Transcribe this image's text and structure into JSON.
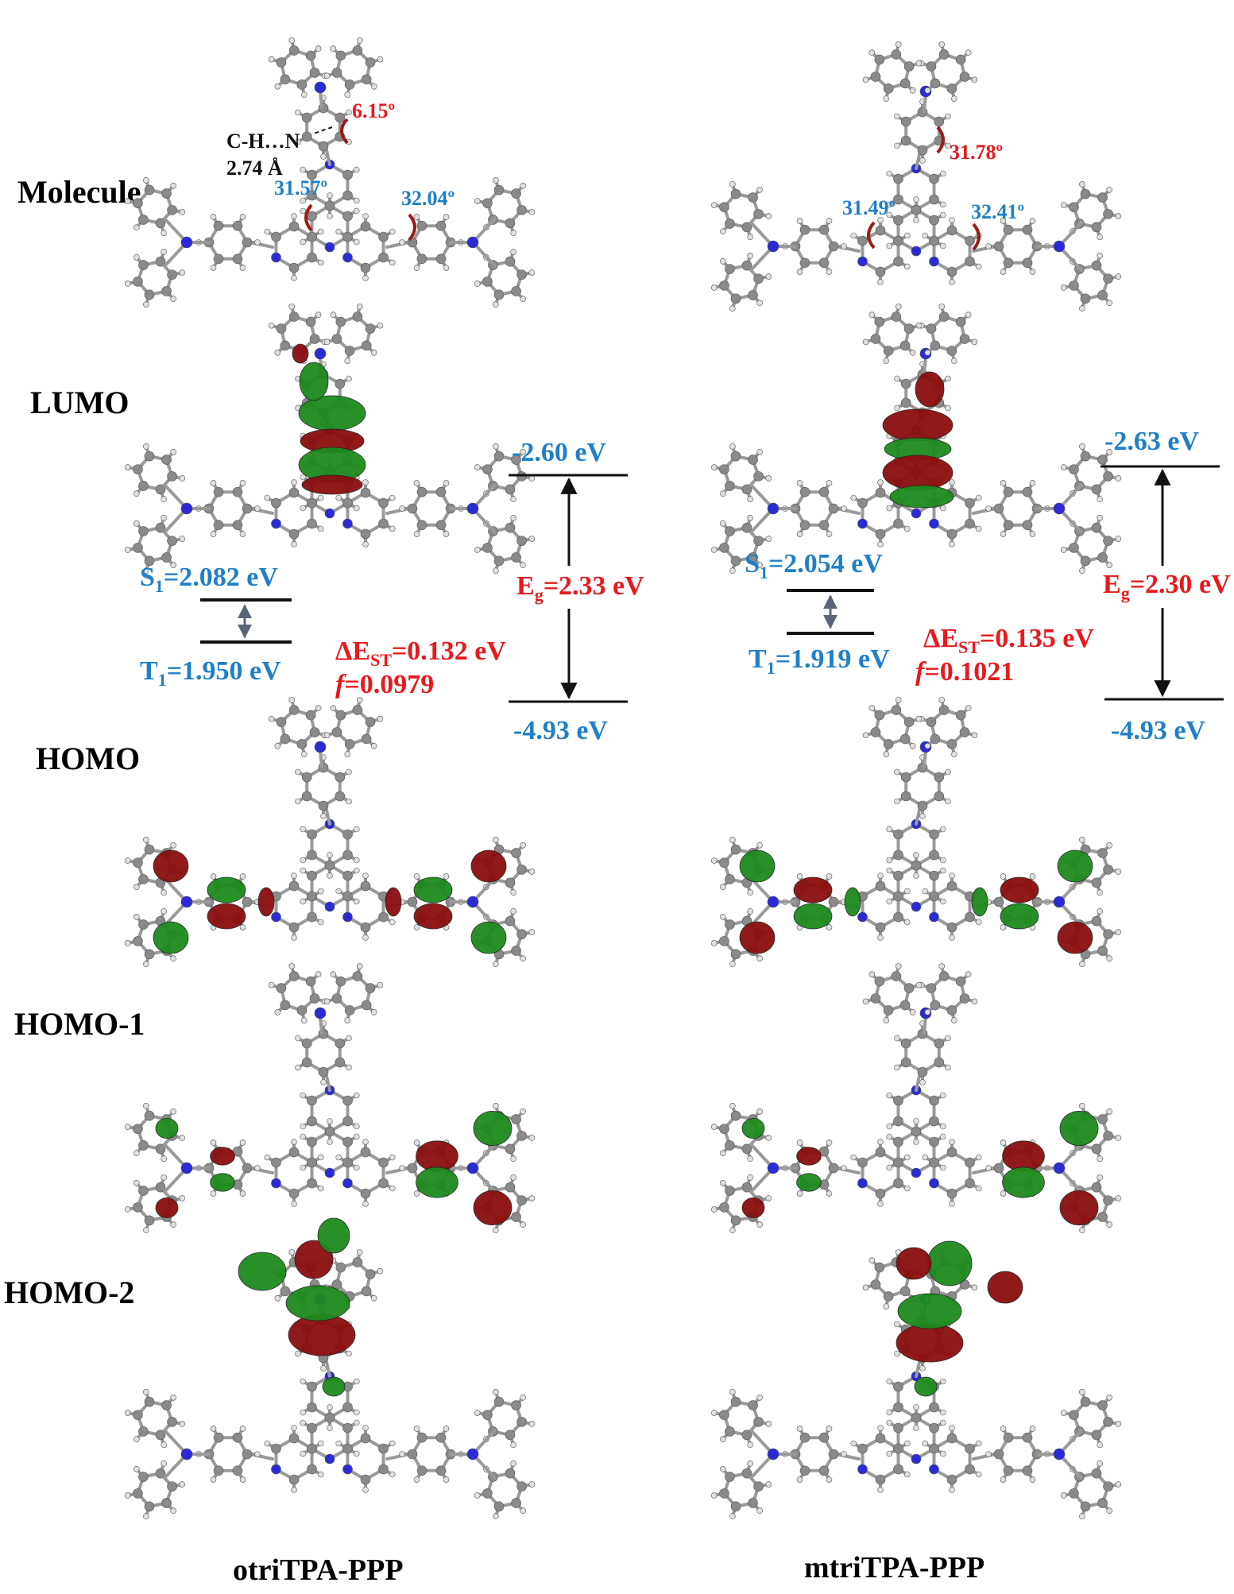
{
  "row_labels": {
    "molecule": "Molecule",
    "lumo": "LUMO",
    "homo": "HOMO",
    "homo1": "HOMO-1",
    "homo2": "HOMO-2"
  },
  "otri": {
    "name": "otriTPA-PPP",
    "angle_top": "6.15º",
    "hbond_label": "C-H…N",
    "hbond_dist": "2.74 Å",
    "angle_left": "31.57º",
    "angle_right": "32.04º",
    "lumo_level": "-2.60 eV",
    "homo_level": "-4.93 eV",
    "eg_main": "E",
    "eg_sub": "g",
    "eg_value": "=2.33 eV",
    "s1_main": "S",
    "s1_sub": "1",
    "s1_value": "=2.082 eV",
    "t1_main": "T",
    "t1_sub": "1",
    "t1_value": "=1.950 eV",
    "dest_main": "ΔE",
    "dest_sub": "ST",
    "dest_value": "=0.132 eV",
    "f_sym": "f",
    "f_value": "=0.0979"
  },
  "mtri": {
    "name": "mtriTPA-PPP",
    "angle_top": "31.78º",
    "angle_left": "31.49º",
    "angle_right": "32.41º",
    "lumo_level": "-2.63 eV",
    "homo_level": "-4.93 eV",
    "eg_main": "E",
    "eg_sub": "g",
    "eg_value": "=2.30 eV",
    "s1_main": "S",
    "s1_sub": "1",
    "s1_value": "=2.054 eV",
    "t1_main": "T",
    "t1_sub": "1",
    "t1_value": "=1.919 eV",
    "dest_main": "ΔE",
    "dest_sub": "ST",
    "dest_value": "=0.135 eV",
    "f_sym": "f",
    "f_value": "=0.1021"
  },
  "colors": {
    "label_blue": "#1f7fc7",
    "label_red": "#e8191c",
    "orbital_green": "#1e8a1e",
    "orbital_red": "#8b0e0e",
    "carbon": "#8a8a8a",
    "nitrogen": "#2b2bd6",
    "hydrogen": "#e0e0e0"
  }
}
